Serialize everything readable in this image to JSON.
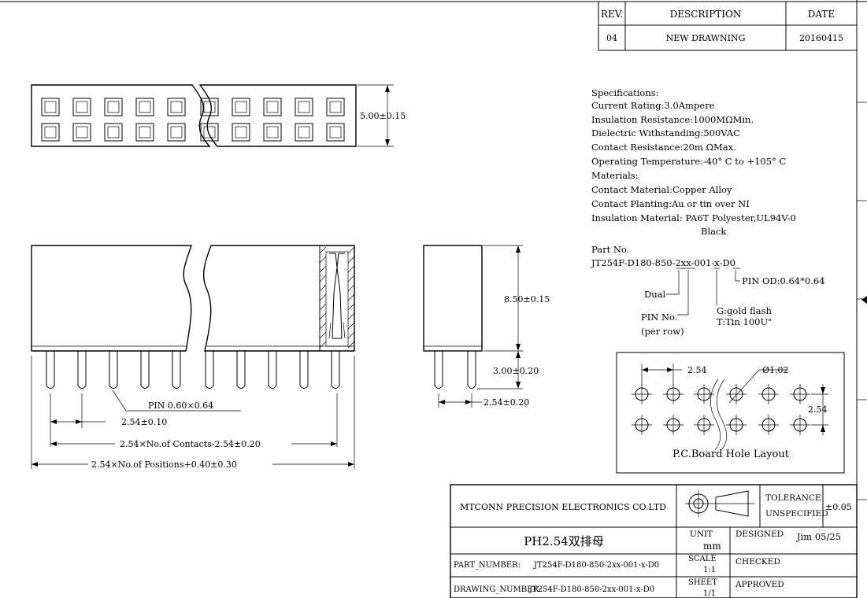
{
  "revision_table": {
    "headers": [
      "REV.",
      "DESCRIPTION",
      "DATE"
    ],
    "row": {
      "rev": "04",
      "description": "NEW DRAWNING",
      "date": "20160415"
    }
  },
  "dimensions": {
    "top_height": "5.00±0.15",
    "side_height": "8.50±0.15",
    "pin_length": "3.00±0.20",
    "row_pitch": "2.54±0.20",
    "pin_size": "PIN 0.60×0.64",
    "pitch": "2.54±0.10",
    "contacts_length": "2.54×No.of Contacts-2.54±0.20",
    "positions_length": "2.54×No.of Positions+0.40±0.30"
  },
  "specifications": [
    "Specifications:",
    "Current Rating:3.0Ampere",
    "Insulation Resistance:1000MΩMin.",
    "Dielectric Withstanding:500VAC",
    "Contact Resistance:20m ΩMax.",
    "Operating Temperature:-40° C to +105° C",
    "Materials:",
    "Contact Material:Copper Alloy",
    "Contact Planting:Au or tin over NI",
    "Insulation Material: PA6T Polyester,UL94V-0",
    "Black"
  ],
  "part_no": {
    "label": "Part No.",
    "number": "JT254F-D180-850-2xx-001-x-D0",
    "pin_od": "PIN OD:0.64*0.64",
    "dual": "Dual",
    "pin_no": "PIN No.",
    "per_row": "(per row)",
    "gold": "G:gold flash",
    "tin": "T:Tin 100U\""
  },
  "pcb_layout": {
    "pitch": "2.54",
    "hole": "Ø1.02",
    "row_pitch": "2.54",
    "caption": "P.C.Board Hole Layout"
  },
  "title_block": {
    "company": "MTCONN PRECISION ELECTRONICS CO.LTD",
    "tolerance_label_1": "TOLERANCE",
    "tolerance_label_2": "UNSPECIFIED",
    "tolerance_value": "±0.05",
    "product": "PH2.54双排母",
    "unit_label": "UNIT",
    "unit_value": "mm",
    "designed_label": "DESIGNED",
    "designed_value": "Jim 05/25",
    "part_number_label": "PART_NUMBER:",
    "part_number_value": "JT254F-D180-850-2xx-001-x-D0",
    "scale_label": "SCALE",
    "scale_value": "1:1",
    "checked_label": "CHECKED",
    "drawing_number_label": "DRAWING_NUMBER:",
    "drawing_number_value": "JT254F-D180-850-2xx-001-x-D0",
    "sheet_label": "SHEET",
    "sheet_value": "1/1",
    "approved_label": "APPROVED"
  }
}
